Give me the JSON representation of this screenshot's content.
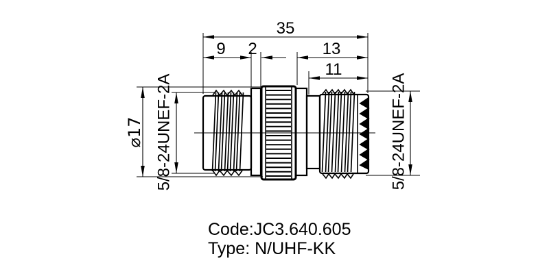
{
  "drawing": {
    "dimensions": {
      "overall_length": "35",
      "left_connector_length": "9",
      "collar_width": "2",
      "right_section_length": "13",
      "right_connector_length": "11",
      "body_diameter": "⌀17",
      "left_thread_spec": "5/8-24UNEF-2A",
      "right_thread_spec": "5/8-24UNEF-2A"
    },
    "title_block": {
      "code_line": "Code:JC3.640.605",
      "type_line": "Type: N/UHF-KK"
    },
    "colors": {
      "line": "#000000",
      "background": "#ffffff"
    }
  }
}
